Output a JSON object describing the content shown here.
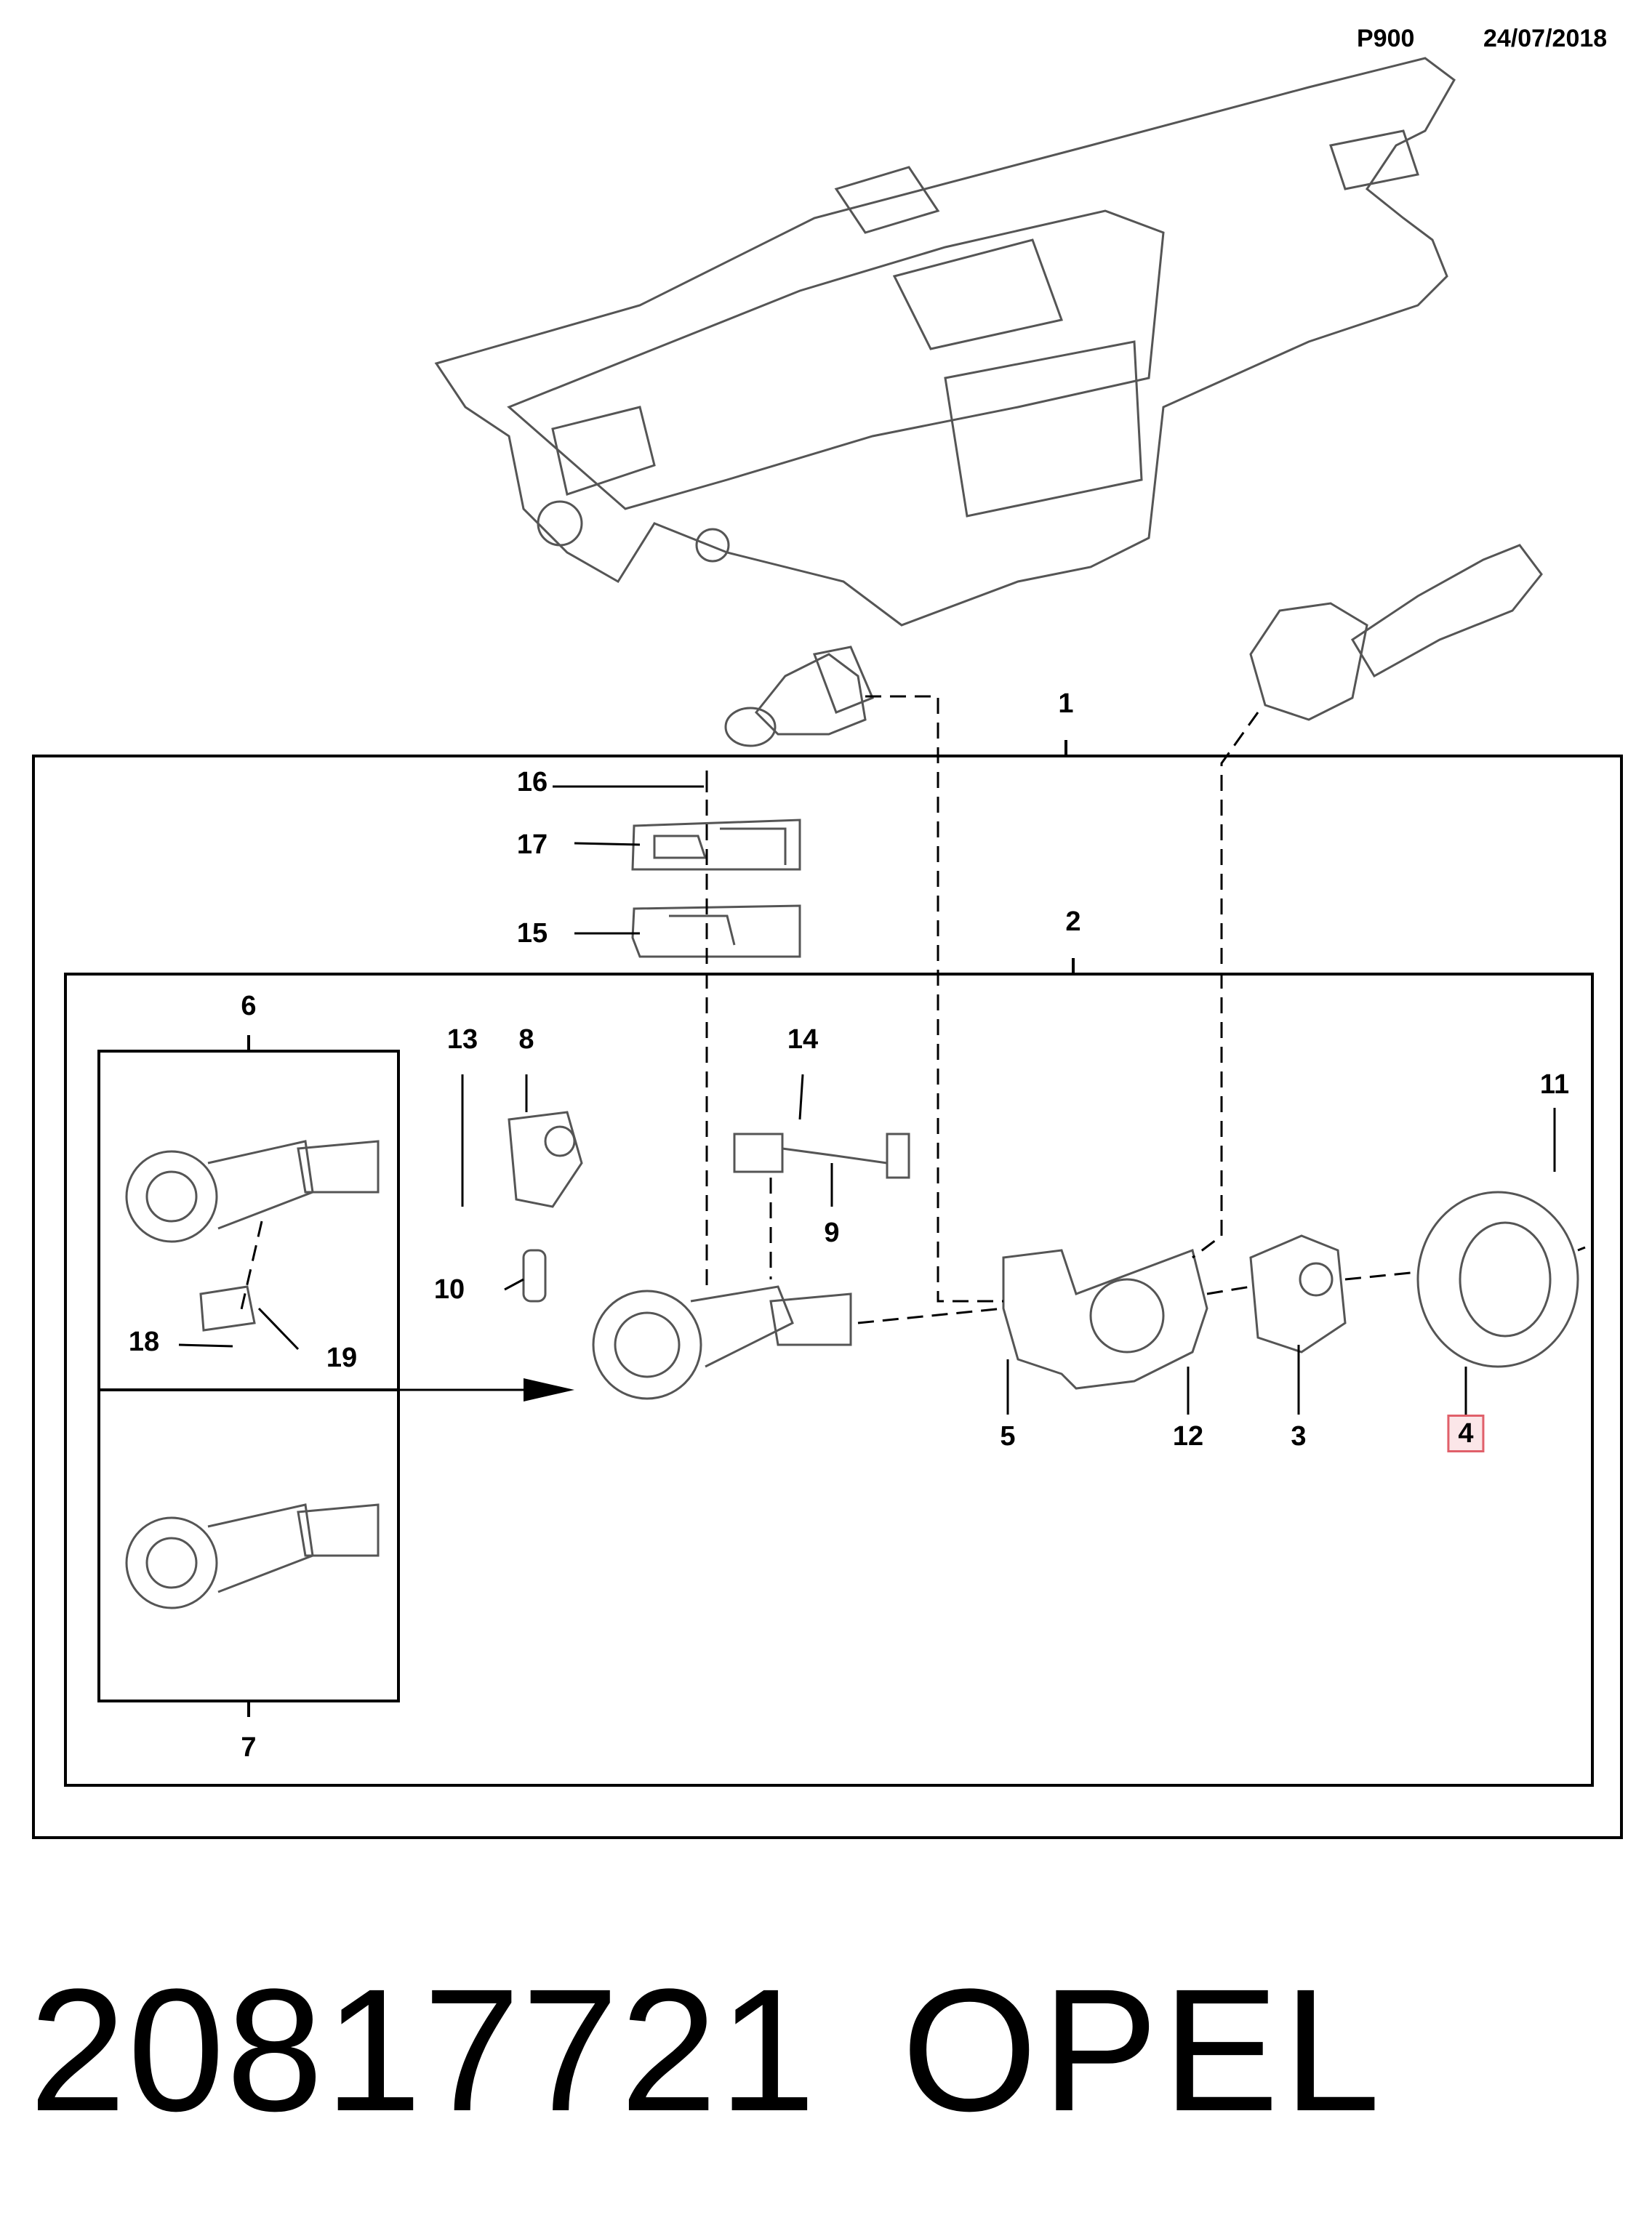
{
  "header": {
    "code": "P900",
    "date": "24/07/2018"
  },
  "callouts": [
    {
      "id": "1",
      "label": "1",
      "highlight": false
    },
    {
      "id": "2",
      "label": "2",
      "highlight": false
    },
    {
      "id": "3",
      "label": "3",
      "highlight": false
    },
    {
      "id": "4",
      "label": "4",
      "highlight": true
    },
    {
      "id": "5",
      "label": "5",
      "highlight": false
    },
    {
      "id": "6",
      "label": "6",
      "highlight": false
    },
    {
      "id": "7",
      "label": "7",
      "highlight": false
    },
    {
      "id": "8",
      "label": "8",
      "highlight": false
    },
    {
      "id": "9",
      "label": "9",
      "highlight": false
    },
    {
      "id": "10",
      "label": "10",
      "highlight": false
    },
    {
      "id": "11",
      "label": "11",
      "highlight": false
    },
    {
      "id": "12",
      "label": "12",
      "highlight": false
    },
    {
      "id": "13",
      "label": "13",
      "highlight": false
    },
    {
      "id": "14",
      "label": "14",
      "highlight": false
    },
    {
      "id": "15",
      "label": "15",
      "highlight": false
    },
    {
      "id": "16",
      "label": "16",
      "highlight": false
    },
    {
      "id": "17",
      "label": "17",
      "highlight": false
    },
    {
      "id": "18",
      "label": "18",
      "highlight": false
    },
    {
      "id": "19",
      "label": "19",
      "highlight": false
    }
  ],
  "footer": {
    "part_number": "20817721",
    "brand": "OPEL"
  },
  "colors": {
    "line": "#000000",
    "part_stroke": "#555555",
    "highlight_border": "#e0606a",
    "highlight_fill": "#fbe6e8"
  }
}
